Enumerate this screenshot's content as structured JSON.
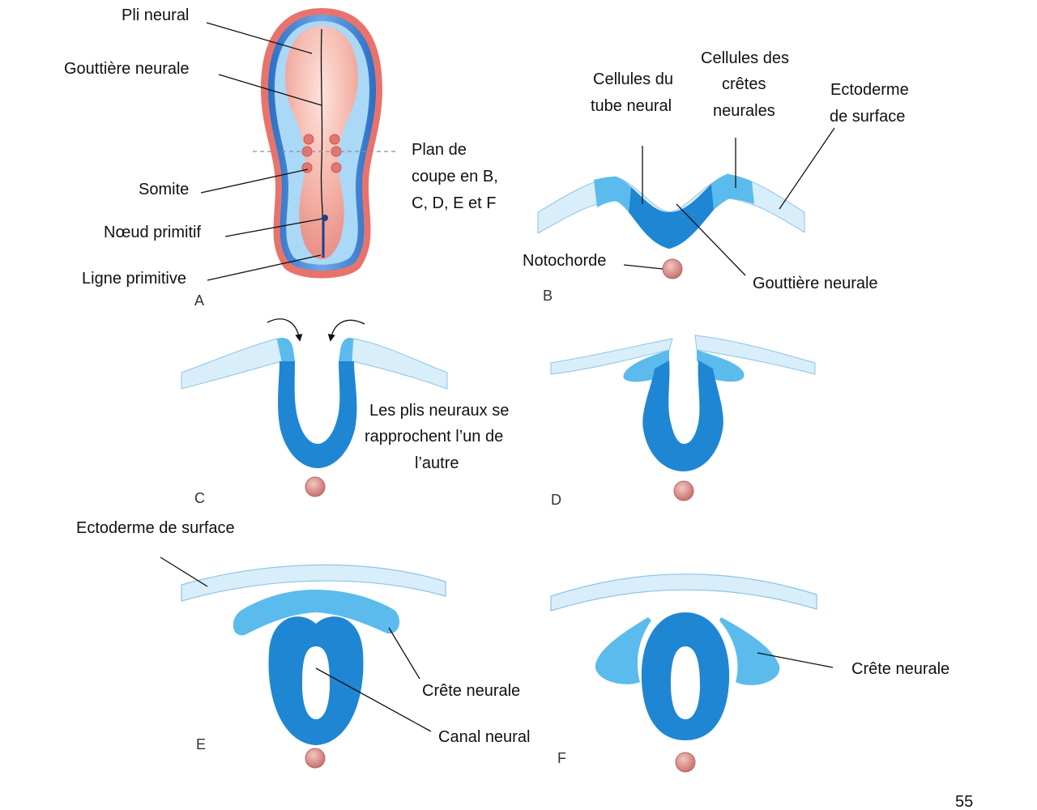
{
  "colors": {
    "outer_red": "#e8736c",
    "embryo_pink": "#f1a79f",
    "dark_blue": "#1f86d4",
    "mid_blue": "#5bbbec",
    "light_blue": "#d8eefb",
    "notochord": "#d98a8a"
  },
  "panel_a": {
    "letter": "A",
    "labels": {
      "pli_neural": "Pli neural",
      "gouttiere": "Gouttière neurale",
      "somite": "Somite",
      "noeud": "Nœud primitif",
      "ligne": "Ligne primitive",
      "plan_line1": "Plan de",
      "plan_line2": "coupe en B,",
      "plan_line3": "C, D, E et F"
    }
  },
  "panel_b": {
    "letter": "B",
    "labels": {
      "tube_line1": "Cellules du",
      "tube_line2": "tube neural",
      "cretes_line1": "Cellules des",
      "cretes_line2": "crêtes",
      "cretes_line3": "neurales",
      "ecto_line1": "Ectoderme",
      "ecto_line2": "de surface",
      "notochorde": "Notochorde",
      "gouttiere": "Gouttière neurale"
    }
  },
  "panel_c": {
    "letter": "C",
    "labels": {
      "text_line1": "Les plis neuraux se",
      "text_line2": "rapprochent l’un de",
      "text_line3": "l’autre"
    }
  },
  "panel_d": {
    "letter": "D"
  },
  "panel_e": {
    "letter": "E",
    "labels": {
      "ecto": "Ectoderme de surface",
      "crete": "Crête neurale",
      "canal": "Canal neural"
    }
  },
  "panel_f": {
    "letter": "F",
    "labels": {
      "crete": "Crête neurale"
    }
  },
  "page_number": "55"
}
